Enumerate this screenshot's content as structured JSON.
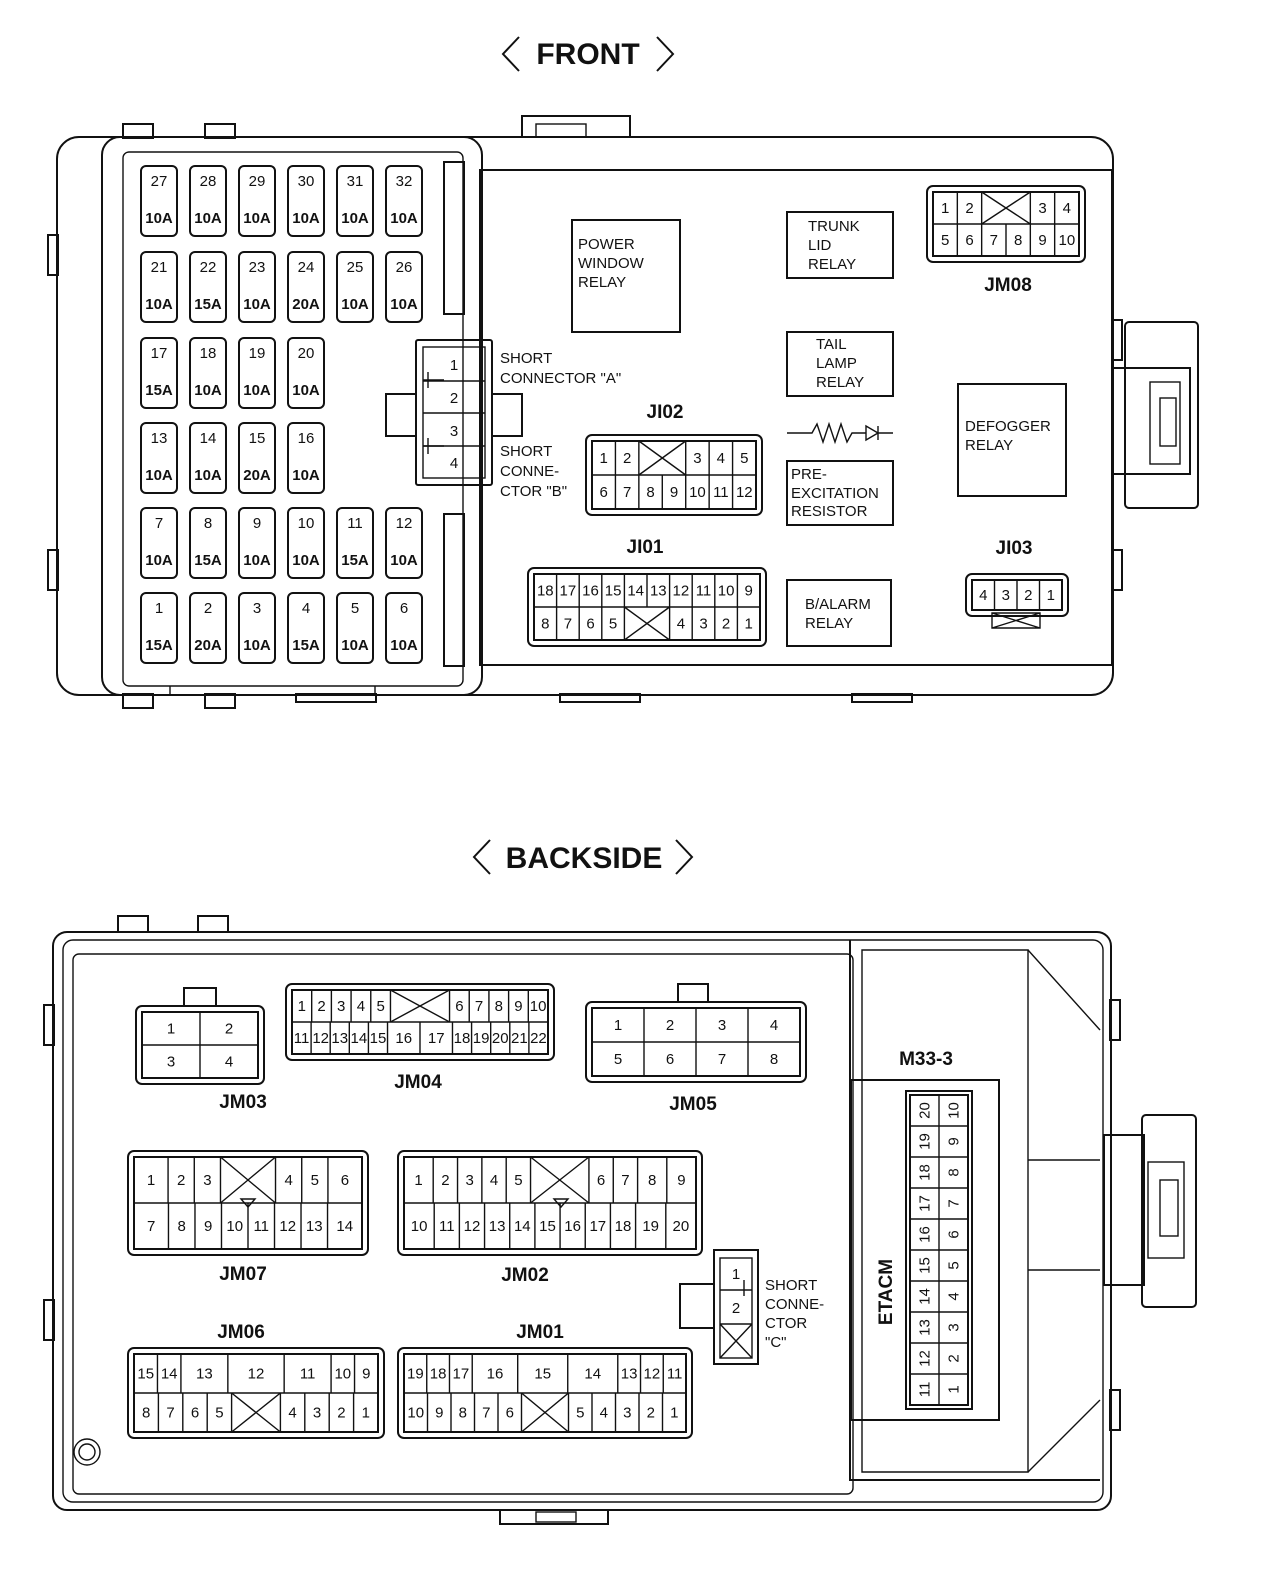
{
  "titles": {
    "front": "FRONT",
    "backside": "BACKSIDE"
  },
  "fuses": [
    {
      "n": "1",
      "a": "15A"
    },
    {
      "n": "2",
      "a": "20A"
    },
    {
      "n": "3",
      "a": "10A"
    },
    {
      "n": "4",
      "a": "15A"
    },
    {
      "n": "5",
      "a": "10A"
    },
    {
      "n": "6",
      "a": "10A"
    },
    {
      "n": "7",
      "a": "10A"
    },
    {
      "n": "8",
      "a": "15A"
    },
    {
      "n": "9",
      "a": "10A"
    },
    {
      "n": "10",
      "a": "10A"
    },
    {
      "n": "11",
      "a": "15A"
    },
    {
      "n": "12",
      "a": "10A"
    },
    {
      "n": "13",
      "a": "10A"
    },
    {
      "n": "14",
      "a": "10A"
    },
    {
      "n": "15",
      "a": "20A"
    },
    {
      "n": "16",
      "a": "10A"
    },
    {
      "n": "17",
      "a": "15A"
    },
    {
      "n": "18",
      "a": "10A"
    },
    {
      "n": "19",
      "a": "10A"
    },
    {
      "n": "20",
      "a": "10A"
    },
    {
      "n": "21",
      "a": "10A"
    },
    {
      "n": "22",
      "a": "15A"
    },
    {
      "n": "23",
      "a": "10A"
    },
    {
      "n": "24",
      "a": "20A"
    },
    {
      "n": "25",
      "a": "10A"
    },
    {
      "n": "26",
      "a": "10A"
    },
    {
      "n": "27",
      "a": "10A"
    },
    {
      "n": "28",
      "a": "10A"
    },
    {
      "n": "29",
      "a": "10A"
    },
    {
      "n": "30",
      "a": "10A"
    },
    {
      "n": "31",
      "a": "10A"
    },
    {
      "n": "32",
      "a": "10A"
    }
  ],
  "relays": {
    "power_window": [
      "POWER",
      "WINDOW",
      "RELAY"
    ],
    "trunk_lid": [
      "TRUNK",
      "LID",
      "RELAY"
    ],
    "tail_lamp": [
      "TAIL",
      "LAMP",
      "RELAY"
    ],
    "defogger": [
      "DEFOGGER",
      "RELAY"
    ],
    "pre_excitation": [
      "PRE-",
      "EXCITATION",
      "RESISTOR"
    ],
    "b_alarm": [
      "B/ALARM",
      "RELAY"
    ]
  },
  "short_connectors": {
    "a": {
      "label": [
        "SHORT",
        "CONNECTOR \"A\""
      ],
      "pins": [
        "1",
        "2"
      ]
    },
    "b": {
      "label": [
        "SHORT",
        "CONNE-",
        "CTOR \"B\""
      ],
      "pins": [
        "3",
        "4"
      ]
    },
    "c": {
      "label": [
        "SHORT",
        "CONNE-",
        "CTOR",
        "\"C\""
      ],
      "pins": [
        "1",
        "2"
      ]
    }
  },
  "connectors": {
    "jm08": {
      "name": "JM08",
      "row1": [
        "1",
        "2",
        "",
        "3",
        "4"
      ],
      "row2": [
        "5",
        "6",
        "7",
        "8",
        "9",
        "10"
      ]
    },
    "ji02": {
      "name": "JI02",
      "row1": [
        "1",
        "2",
        "",
        "3",
        "4",
        "5"
      ],
      "row2": [
        "6",
        "7",
        "8",
        "9",
        "10",
        "11",
        "12"
      ]
    },
    "ji01": {
      "name": "JI01",
      "row1": [
        "18",
        "17",
        "16",
        "15",
        "14",
        "13",
        "12",
        "11",
        "10",
        "9"
      ],
      "row2": [
        "8",
        "7",
        "6",
        "5",
        "",
        "4",
        "3",
        "2",
        "1"
      ]
    },
    "ji03": {
      "name": "JI03",
      "row1": [
        "4",
        "3",
        "2",
        "1"
      ]
    },
    "jm03": {
      "name": "JM03",
      "row1": [
        "1",
        "2"
      ],
      "row2": [
        "3",
        "4"
      ]
    },
    "jm04": {
      "name": "JM04",
      "row1": [
        "1",
        "2",
        "3",
        "4",
        "5",
        "",
        "6",
        "7",
        "8",
        "9",
        "10"
      ],
      "row2": [
        "11",
        "12",
        "13",
        "14",
        "15",
        "16",
        "17",
        "18",
        "19",
        "20",
        "21",
        "22"
      ]
    },
    "jm05": {
      "name": "JM05",
      "row1": [
        "1",
        "2",
        "3",
        "4"
      ],
      "row2": [
        "5",
        "6",
        "7",
        "8"
      ]
    },
    "jm07": {
      "name": "JM07",
      "row1": [
        "1",
        "2",
        "3",
        "",
        "4",
        "5",
        "6"
      ],
      "row2": [
        "7",
        "8",
        "9",
        "10",
        "11",
        "12",
        "13",
        "14"
      ]
    },
    "jm02": {
      "name": "JM02",
      "row1": [
        "1",
        "2",
        "3",
        "4",
        "5",
        "",
        "6",
        "7",
        "8",
        "9"
      ],
      "row2": [
        "10",
        "11",
        "12",
        "13",
        "14",
        "15",
        "16",
        "17",
        "18",
        "19",
        "20"
      ]
    },
    "jm06": {
      "name": "JM06",
      "row1": [
        "15",
        "14",
        "13",
        "12",
        "11",
        "10",
        "9"
      ],
      "row2": [
        "8",
        "7",
        "6",
        "5",
        "",
        "4",
        "3",
        "2",
        "1"
      ]
    },
    "jm01": {
      "name": "JM01",
      "row1": [
        "19",
        "18",
        "17",
        "16",
        "15",
        "14",
        "13",
        "12",
        "11"
      ],
      "row2": [
        "10",
        "9",
        "8",
        "7",
        "6",
        "",
        "5",
        "4",
        "3",
        "2",
        "1"
      ]
    },
    "m33_3": {
      "name": "M33-3",
      "module": "ETACM",
      "col1": [
        "20",
        "19",
        "18",
        "17",
        "16",
        "15",
        "14",
        "13",
        "12",
        "11"
      ],
      "col2": [
        "10",
        "9",
        "8",
        "7",
        "6",
        "5",
        "4",
        "3",
        "2",
        "1"
      ]
    }
  }
}
